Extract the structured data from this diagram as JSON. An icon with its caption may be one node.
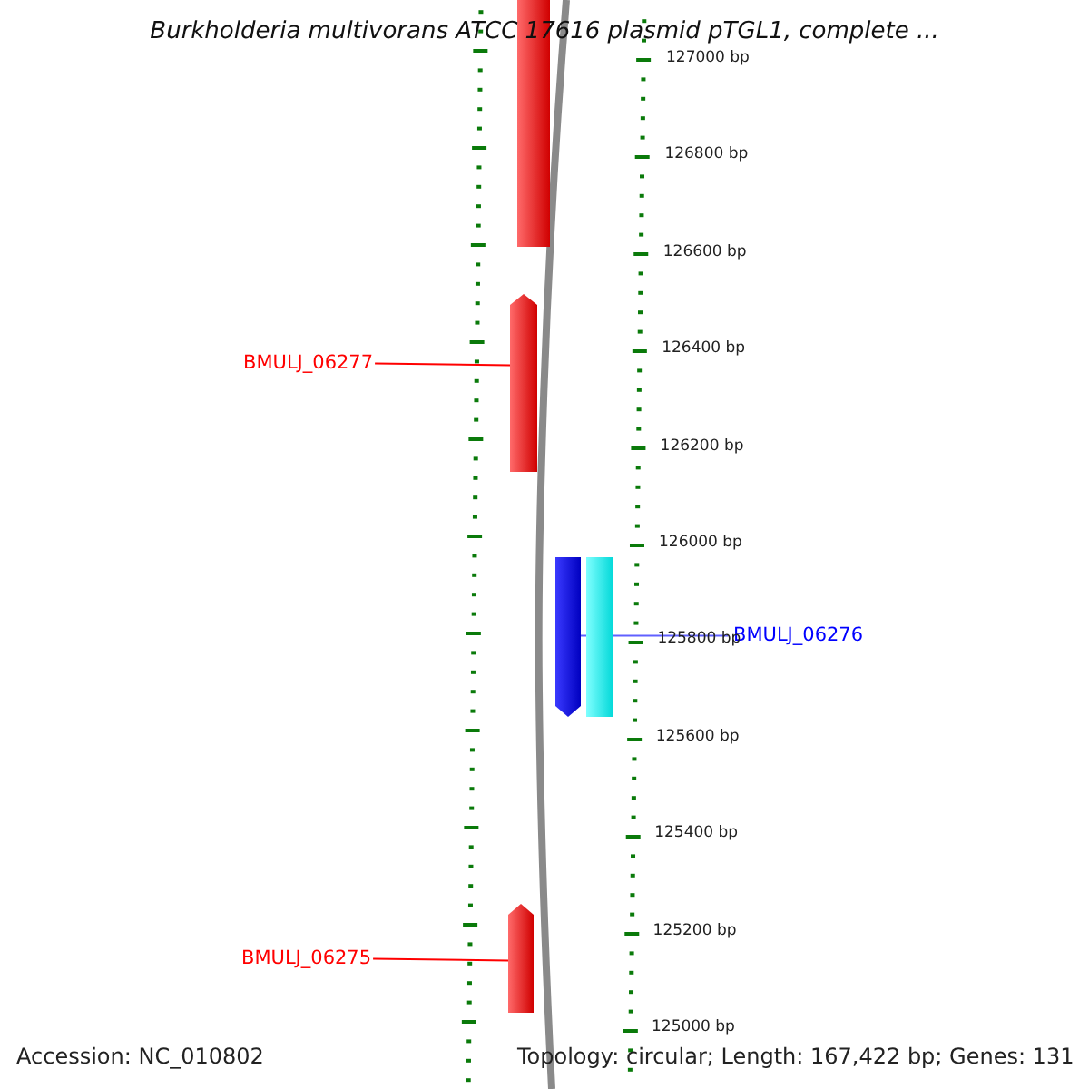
{
  "diagram": {
    "title": "Burkholderia multivorans ATCC 17616 plasmid pTGL1, complete ...",
    "nodes": [
      {
        "text": [],
        "shape": "bar"
      },
      {
        "text": [
          "BMULJ_06277"
        ]
      },
      {
        "text": [],
        "shape": "arrow"
      },
      {
        "text": [],
        "shape": "arrow"
      },
      {
        "text": [],
        "shape": "bar"
      },
      {
        "text": [
          "BMULJ_06276"
        ]
      },
      {
        "text": [
          "BMULJ_06275"
        ]
      },
      {
        "text": [],
        "shape": "arrow"
      }
    ],
    "edges": [
      {
        "from": 1,
        "to": 2,
        "arrow": "none",
        "color": "#ff0000"
      },
      {
        "from": 5,
        "to": 3,
        "arrow": "none",
        "color": "#6060ff"
      },
      {
        "from": 6,
        "to": 7,
        "arrow": "none",
        "color": "#ff0000"
      }
    ],
    "labels": [
      "127000 bp",
      "126800 bp",
      "126600 bp",
      "126400 bp",
      "126200 bp",
      "126000 bp",
      "125800 bp",
      "125600 bp",
      "125400 bp",
      "125200 bp",
      "125000 bp",
      "Accession: NC_010802",
      "Topology: circular; Length: 167,422 bp; Genes: 131"
    ]
  }
}
